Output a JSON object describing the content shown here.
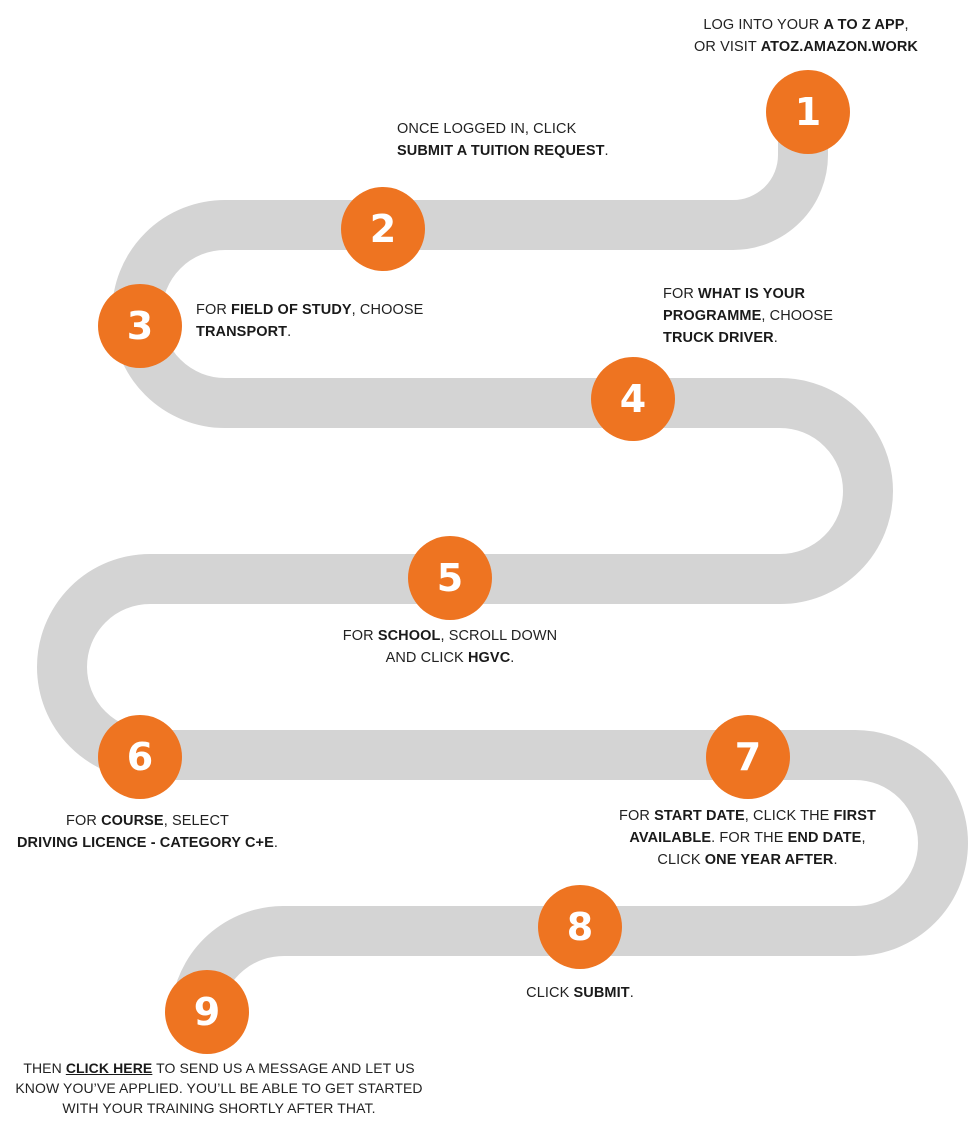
{
  "colors": {
    "accent": "#ee7421",
    "road": "#d4d4d4",
    "text": "#222222"
  },
  "steps": [
    {
      "number": "1",
      "lines": [
        [
          {
            "t": "LOG INTO YOUR "
          },
          {
            "t": "A TO Z APP",
            "b": true
          },
          {
            "t": ","
          }
        ],
        [
          {
            "t": "OR VISIT "
          },
          {
            "t": "ATOZ.AMAZON.WORK",
            "b": true
          }
        ]
      ]
    },
    {
      "number": "2",
      "lines": [
        [
          {
            "t": "ONCE LOGGED IN, CLICK"
          }
        ],
        [
          {
            "t": "SUBMIT A TUITION REQUEST",
            "b": true
          },
          {
            "t": "."
          }
        ]
      ]
    },
    {
      "number": "3",
      "lines": [
        [
          {
            "t": "FOR  "
          },
          {
            "t": "FIELD OF STUDY",
            "b": true
          },
          {
            "t": ", CHOOSE"
          }
        ],
        [
          {
            "t": "TRANSPORT",
            "b": true
          },
          {
            "t": "."
          }
        ]
      ]
    },
    {
      "number": "4",
      "lines": [
        [
          {
            "t": "FOR "
          },
          {
            "t": "WHAT IS YOUR",
            "b": true
          }
        ],
        [
          {
            "t": "PROGRAMME",
            "b": true
          },
          {
            "t": ", CHOOSE"
          }
        ],
        [
          {
            "t": "TRUCK DRIVER",
            "b": true
          },
          {
            "t": "."
          }
        ]
      ]
    },
    {
      "number": "5",
      "lines": [
        [
          {
            "t": "FOR "
          },
          {
            "t": "SCHOOL",
            "b": true
          },
          {
            "t": ", SCROLL DOWN"
          }
        ],
        [
          {
            "t": "AND CLICK "
          },
          {
            "t": "HGVC",
            "b": true
          },
          {
            "t": "."
          }
        ]
      ]
    },
    {
      "number": "6",
      "lines": [
        [
          {
            "t": "FOR "
          },
          {
            "t": "COURSE",
            "b": true
          },
          {
            "t": ", SELECT"
          }
        ],
        [
          {
            "t": "DRIVING LICENCE - CATEGORY C+E",
            "b": true
          },
          {
            "t": "."
          }
        ]
      ]
    },
    {
      "number": "7",
      "lines": [
        [
          {
            "t": "FOR "
          },
          {
            "t": "START DATE",
            "b": true
          },
          {
            "t": ", CLICK THE "
          },
          {
            "t": "FIRST",
            "b": true
          }
        ],
        [
          {
            "t": "AVAILABLE",
            "b": true
          },
          {
            "t": ". FOR THE "
          },
          {
            "t": "END DATE",
            "b": true
          },
          {
            "t": ","
          }
        ],
        [
          {
            "t": "CLICK "
          },
          {
            "t": "ONE YEAR AFTER",
            "b": true
          },
          {
            "t": "."
          }
        ]
      ]
    },
    {
      "number": "8",
      "lines": [
        [
          {
            "t": "CLICK "
          },
          {
            "t": "SUBMIT",
            "b": true
          },
          {
            "t": "."
          }
        ]
      ]
    },
    {
      "number": "9",
      "lines": [
        [
          {
            "t": "THEN "
          },
          {
            "t": "CLICK HERE",
            "b": true,
            "link": true
          },
          {
            "t": " TO SEND US A MESSAGE AND LET US"
          }
        ],
        [
          {
            "t": "KNOW YOU’VE APPLIED. YOU’LL BE ABLE TO GET STARTED"
          }
        ],
        [
          {
            "t": "WITH YOUR TRAINING SHORTLY AFTER THAT."
          }
        ]
      ]
    }
  ]
}
